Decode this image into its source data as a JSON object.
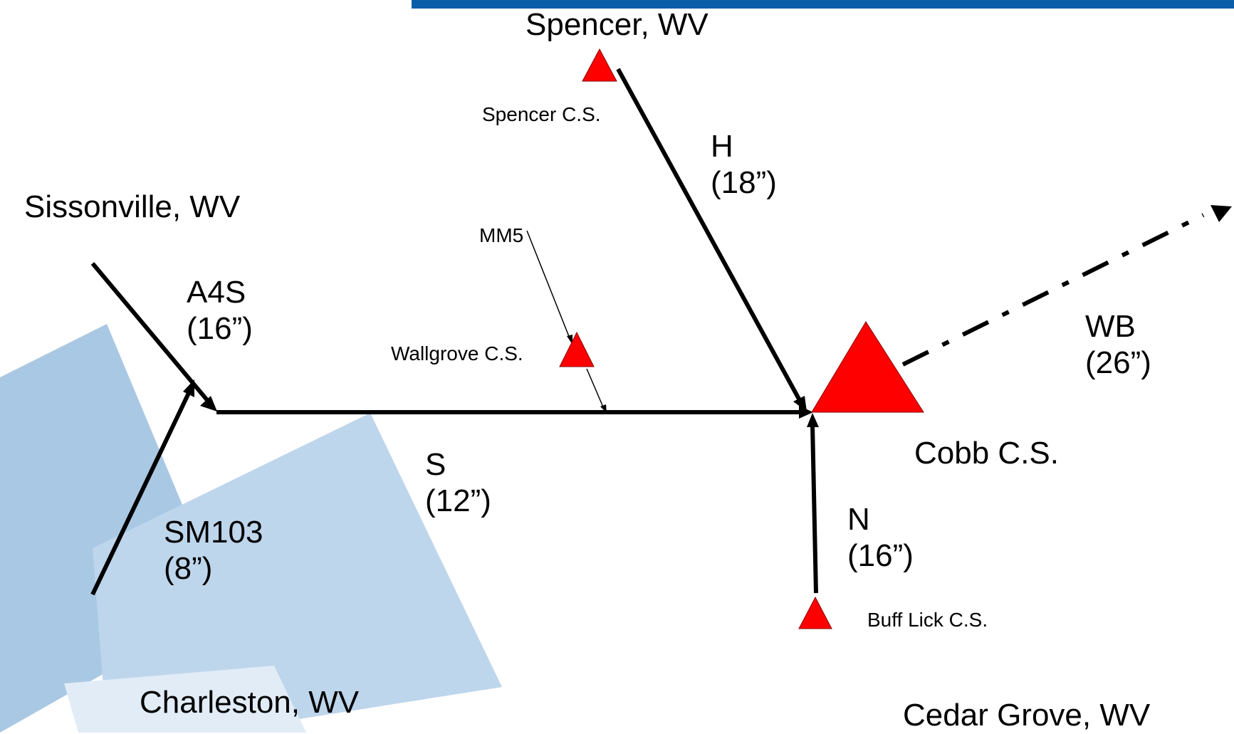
{
  "colors": {
    "top_bar": "#0a5ea8",
    "compressor_station": "#ff0000",
    "pipeline": "#000000",
    "background_tile_dark": "#a9c8e4",
    "background_tile_light": "#c8dced"
  },
  "places": {
    "spencer": "Spencer, WV",
    "sissonville": "Sissonville, WV",
    "charleston": "Charleston, WV",
    "cedar_grove": "Cedar Grove, WV"
  },
  "stations": {
    "spencer": "Spencer C.S.",
    "wallgrove": "Wallgrove C.S.",
    "cobb": "Cobb C.S.",
    "buff_lick": "Buff Lick C.S."
  },
  "points": {
    "mm5": "MM5"
  },
  "pipelines": {
    "h": {
      "name": "H",
      "size": "(18”)"
    },
    "a4s": {
      "name": "A4S",
      "size": "(16”)"
    },
    "sm103": {
      "name": "SM103",
      "size": "(8”)"
    },
    "s": {
      "name": "S",
      "size": "(12”)"
    },
    "n": {
      "name": "N",
      "size": "(16”)"
    },
    "wb": {
      "name": "WB",
      "size": "(26”)"
    }
  }
}
